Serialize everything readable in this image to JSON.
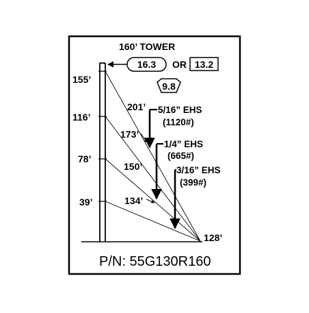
{
  "title": "160’ TOWER",
  "top_callout": {
    "box_a": "16.3",
    "or_text": "OR",
    "box_b": "13.2"
  },
  "mid_callout": "9.8",
  "tower_heights": [
    "155’",
    "116’",
    "78’",
    "39’"
  ],
  "guy_lengths": [
    "201’",
    "173’",
    "150’",
    "134’"
  ],
  "cables": [
    {
      "size": "5/16” EHS",
      "strength": "(1120#)"
    },
    {
      "size": "1/4” EHS",
      "strength": "(665#)"
    },
    {
      "size": "3/16” EHS",
      "strength": "(399#)"
    }
  ],
  "anchor_distance": "128’",
  "part_number": "P/N: 55G130R160",
  "colors": {
    "line": "#000000",
    "background": "#ffffff"
  }
}
